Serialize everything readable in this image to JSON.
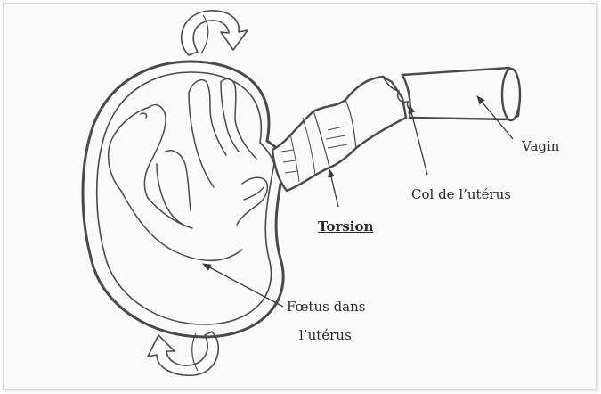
{
  "labels": {
    "vagin": "Vagin",
    "col": "Col de l’utérus",
    "torsion": "Torsion",
    "foetus_line1": "Fœtus dans",
    "foetus_line2": "l’utérus"
  },
  "colors": {
    "line": "#4a4a4a",
    "background": "#fafafa"
  },
  "icons": {
    "top_rotation": "rotation-arrow-icon",
    "bottom_rotation": "rotation-arrow-icon"
  }
}
